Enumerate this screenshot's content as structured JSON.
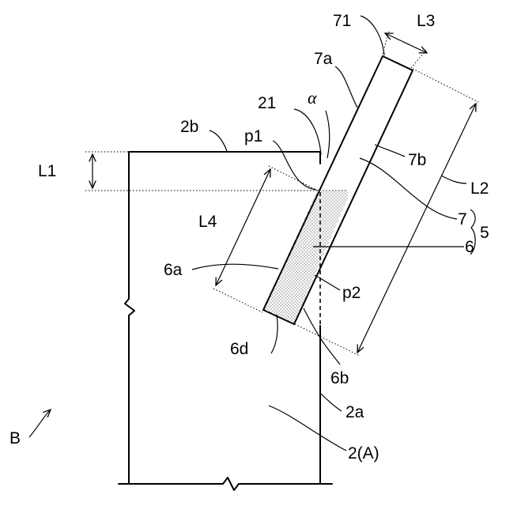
{
  "labels": {
    "ref_71": "71",
    "ref_L3": "L3",
    "ref_7a": "7a",
    "ref_21": "21",
    "alpha": "α",
    "ref_2b": "2b",
    "ref_p1": "p1",
    "ref_7b": "7b",
    "ref_L1": "L1",
    "ref_L2": "L2",
    "ref_L4": "L4",
    "ref_7": "7",
    "ref_5": "5",
    "ref_6": "6",
    "ref_6a": "6a",
    "ref_p2": "p2",
    "ref_6d": "6d",
    "ref_6b": "6b",
    "ref_2a": "2a",
    "ref_B": "B",
    "ref_2A": "2(A)"
  }
}
